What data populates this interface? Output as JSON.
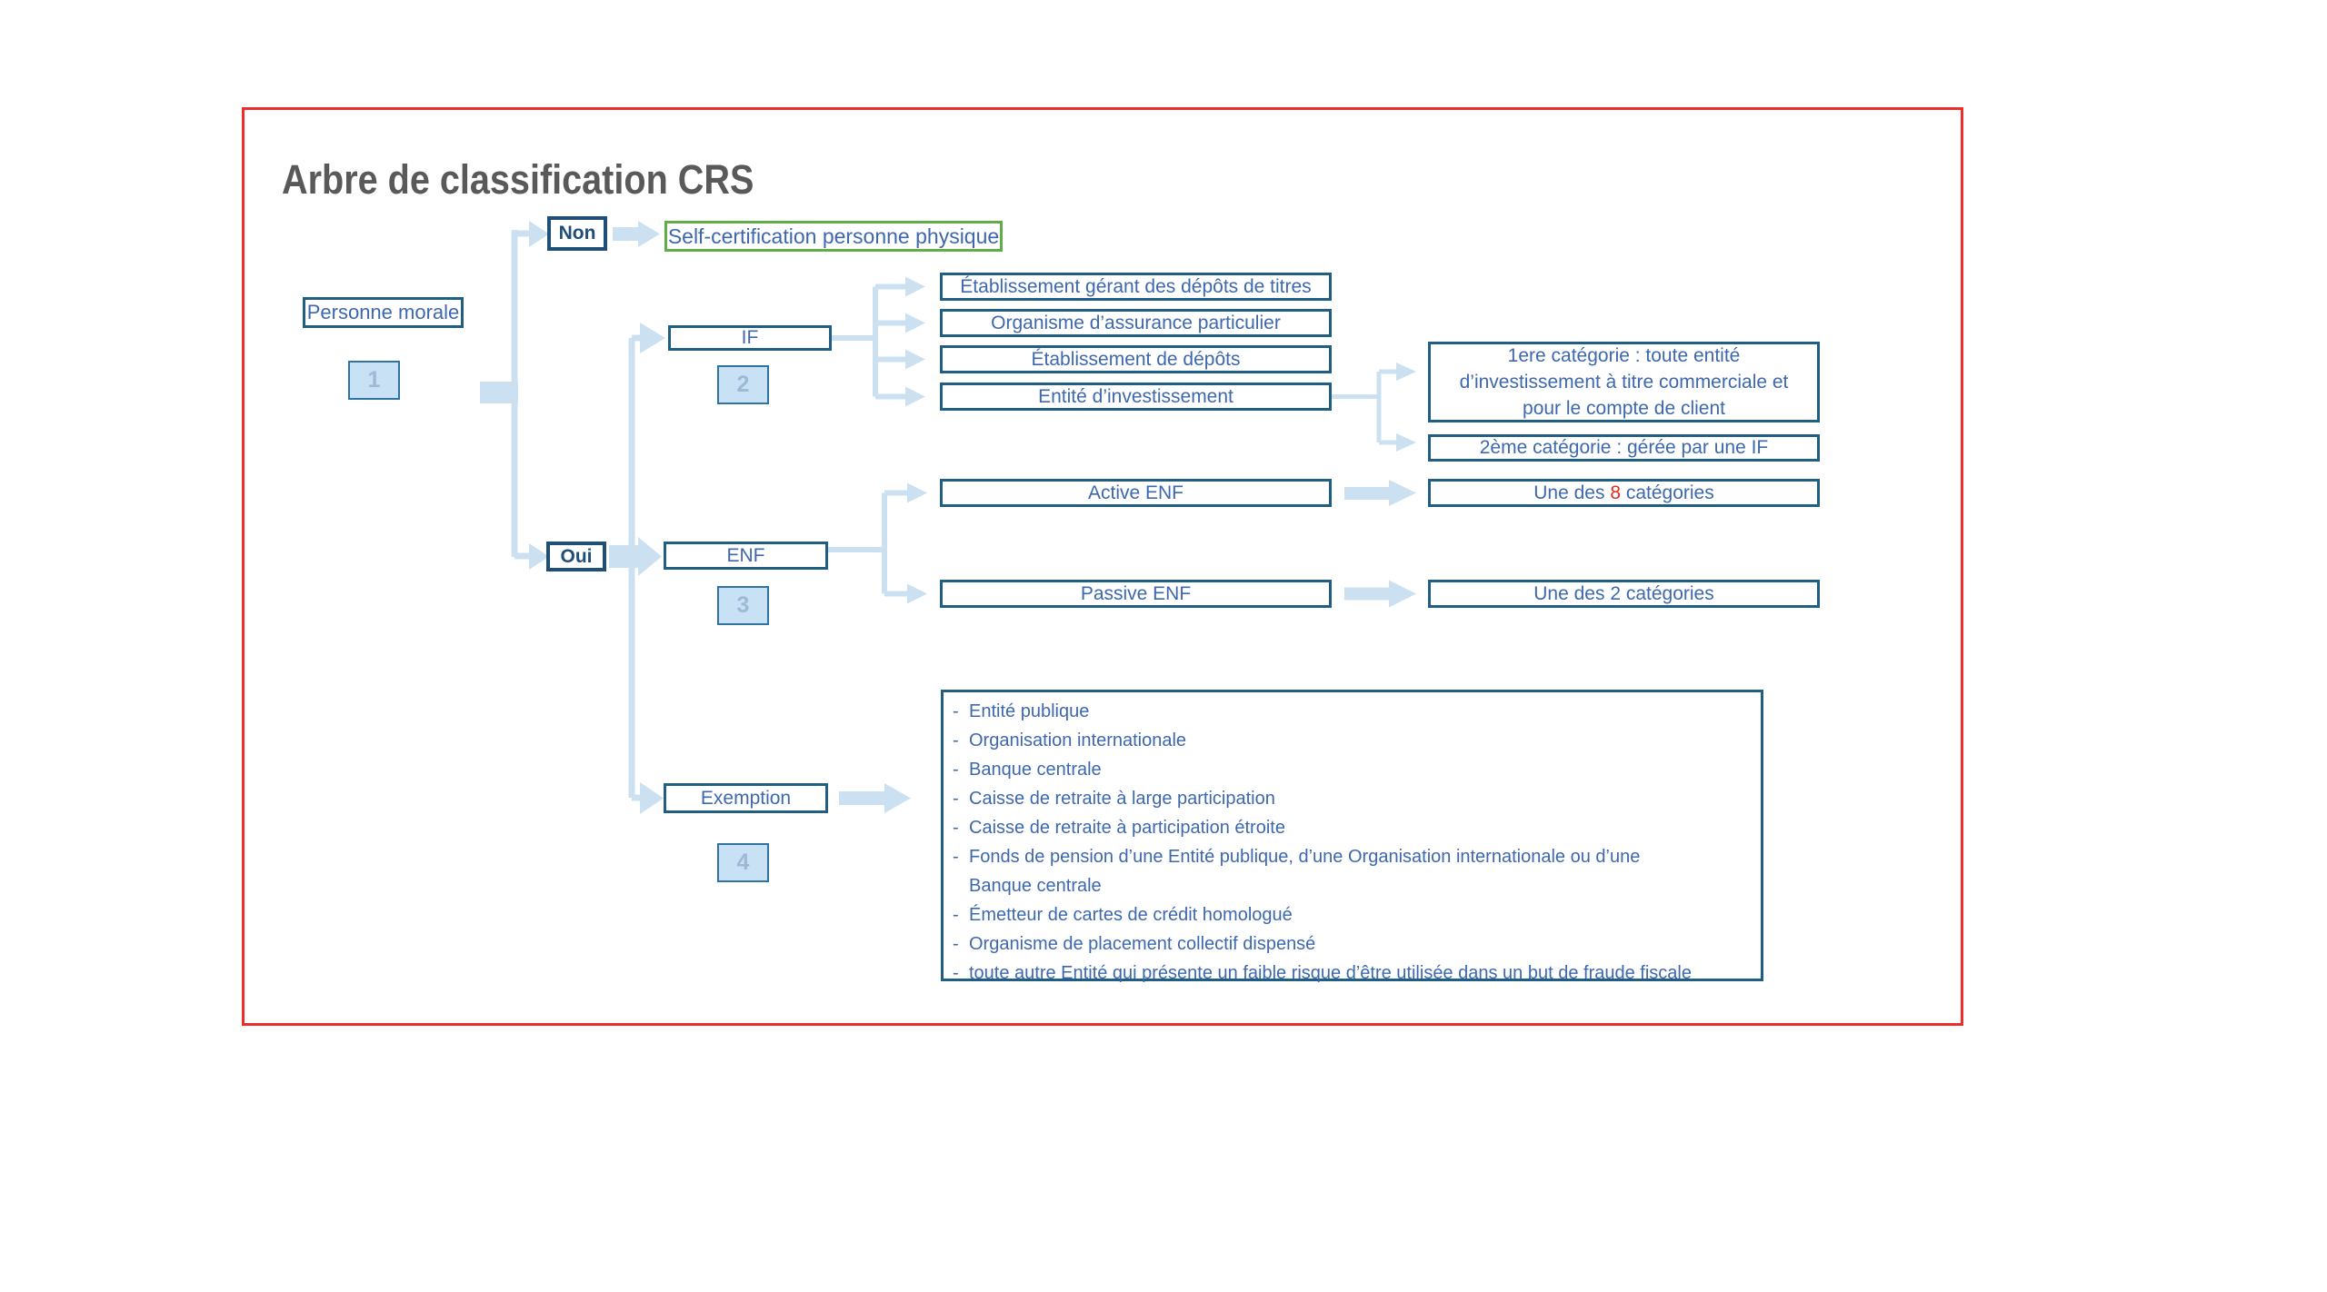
{
  "page": {
    "title": "Arbre de classification CRS"
  },
  "colors": {
    "frame_red": "#EE2C2A",
    "box_border_blue": "#215E83",
    "decision_navy": "#1F4E79",
    "text_blue": "#3E68AE",
    "connector_light_blue": "#CBE1F2",
    "number_box_fill": "#C8E1F5",
    "number_text": "#9DB9D6",
    "green_border": "#5FAF46",
    "highlight_red": "#E42A22",
    "title_gray": "#595959"
  },
  "tree": {
    "root": {
      "label": "Personne morale",
      "number": "1"
    },
    "decision_no": {
      "label": "Non"
    },
    "decision_yes": {
      "label": "Oui"
    },
    "self_certification": {
      "label": "Self-certification personne physique"
    },
    "if_branch": {
      "label": "IF",
      "number": "2",
      "children": [
        "Établissement gérant des dépôts de titres",
        "Organisme d’assurance particulier",
        "Établissement de dépôts",
        "Entité d’investissement"
      ],
      "investment_categories": {
        "cat1": "1ere catégorie : toute entité d’investissement à titre commerciale et pour le compte de client",
        "cat2": "2ème catégorie : gérée par une IF"
      }
    },
    "enf_branch": {
      "label": "ENF",
      "number": "3",
      "active": {
        "label": "Active ENF",
        "result_pre": "Une des ",
        "result_num": "8",
        "result_post": " catégories"
      },
      "passive": {
        "label": "Passive ENF",
        "result": "Une des 2 catégories"
      }
    },
    "exemption_branch": {
      "label": "Exemption",
      "number": "4",
      "bullet": "-",
      "items": [
        {
          "line1": "Entité publique"
        },
        {
          "line1": "Organisation internationale"
        },
        {
          "line1": "Banque centrale"
        },
        {
          "line1": "Caisse de retraite à large participation"
        },
        {
          "line1": "Caisse de retraite à participation étroite"
        },
        {
          "line1": "Fonds de pension d’une Entité publique, d’une Organisation internationale ou d’une",
          "line2": "Banque centrale"
        },
        {
          "line1": "Émetteur de cartes de crédit homologué"
        },
        {
          "line1": "Organisme de placement collectif dispensé"
        },
        {
          "line1": "toute autre Entité qui présente un faible risque d’être utilisée dans un but de fraude fiscale"
        }
      ]
    }
  }
}
